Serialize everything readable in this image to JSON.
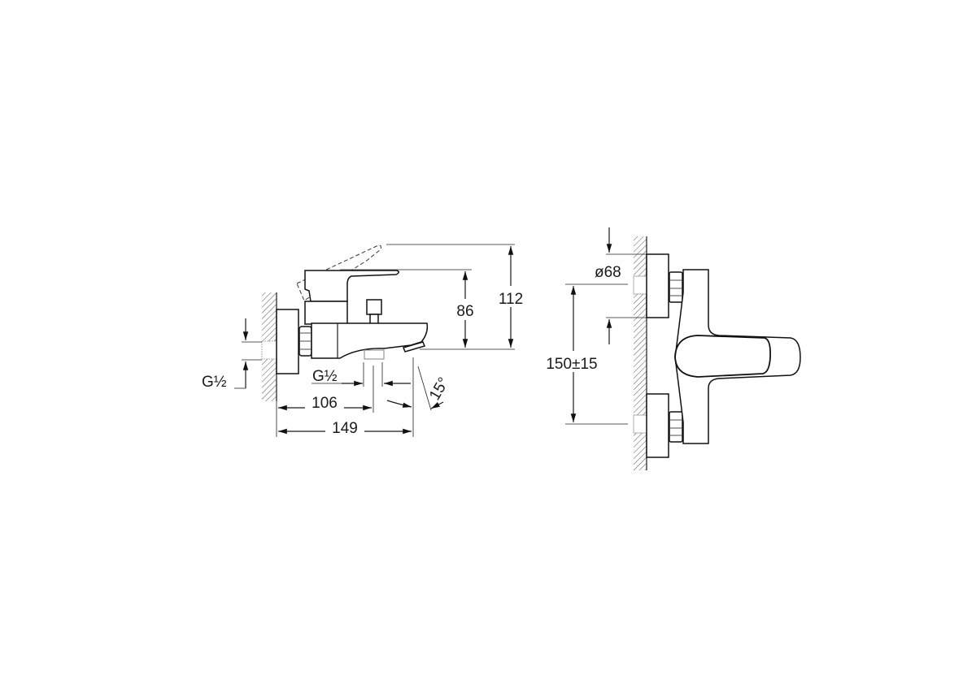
{
  "drawing": {
    "title": "Bath/shower mixer technical dimension drawing",
    "side_view": {
      "dimensions": {
        "overall_height": "112",
        "spout_height": "86",
        "depth_to_spout_outlet": "106",
        "overall_depth": "149",
        "spout_angle": "15°",
        "inlet_thread": "G½",
        "outlet_thread": "G½"
      }
    },
    "front_view": {
      "dimensions": {
        "flange_diameter": "ø68",
        "center_distance": "150±15"
      }
    }
  }
}
